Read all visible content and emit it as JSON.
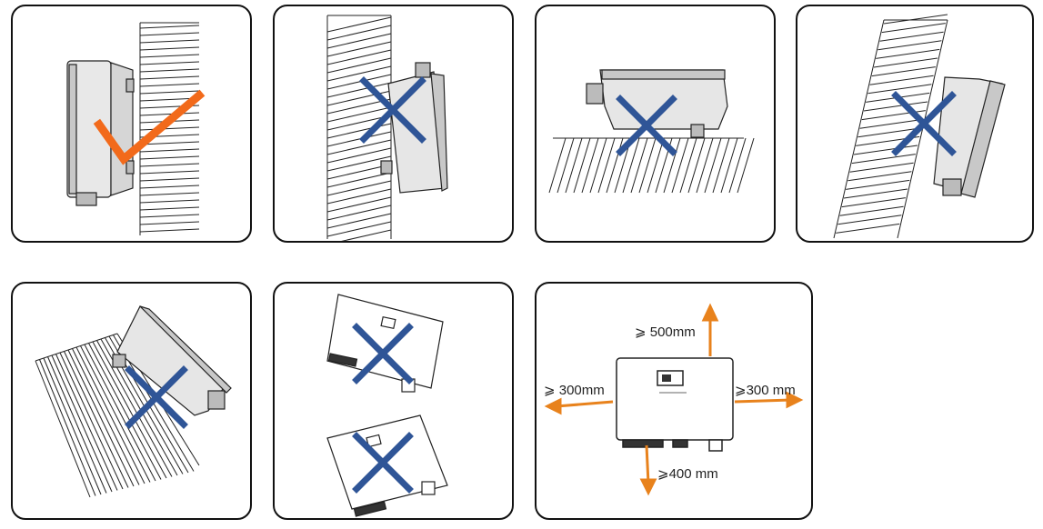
{
  "colors": {
    "check": "#f26a1b",
    "cross": "#2f5597",
    "arrow": "#e8821c",
    "device_body": "#d3d3d3",
    "outline": "#222222"
  },
  "panels": [
    {
      "id": "upright-wall",
      "verdict": "correct",
      "icon": "checkmark-icon"
    },
    {
      "id": "tilted-forward",
      "verdict": "incorrect",
      "icon": "cross-icon"
    },
    {
      "id": "lying-flat",
      "verdict": "incorrect",
      "icon": "cross-icon"
    },
    {
      "id": "tilted-back",
      "verdict": "incorrect",
      "icon": "cross-icon"
    },
    {
      "id": "tilted-sideways",
      "verdict": "incorrect",
      "icon": "cross-icon"
    },
    {
      "id": "sideways-tilt",
      "verdict": "incorrect",
      "icon": "cross-icon"
    }
  ],
  "clearances": {
    "top": "⩾ 500mm",
    "left": "⩾ 300mm",
    "right": "⩾300  mm",
    "bottom": "⩾400 mm"
  }
}
